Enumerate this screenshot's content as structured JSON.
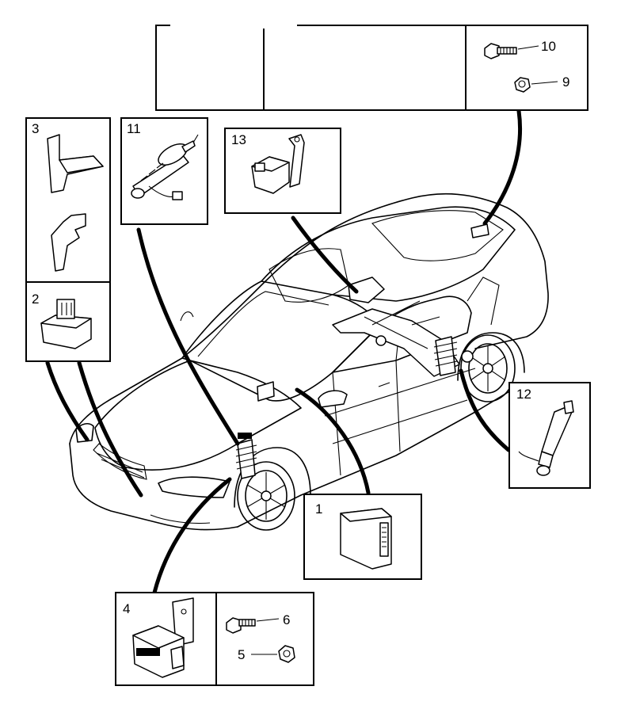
{
  "callouts": {
    "c1": "1",
    "c2": "2",
    "c3": "3",
    "c4": "4",
    "c5": "5",
    "c6": "6",
    "c9": "9",
    "c10": "10",
    "c11": "11",
    "c12": "12",
    "c13": "13"
  }
}
